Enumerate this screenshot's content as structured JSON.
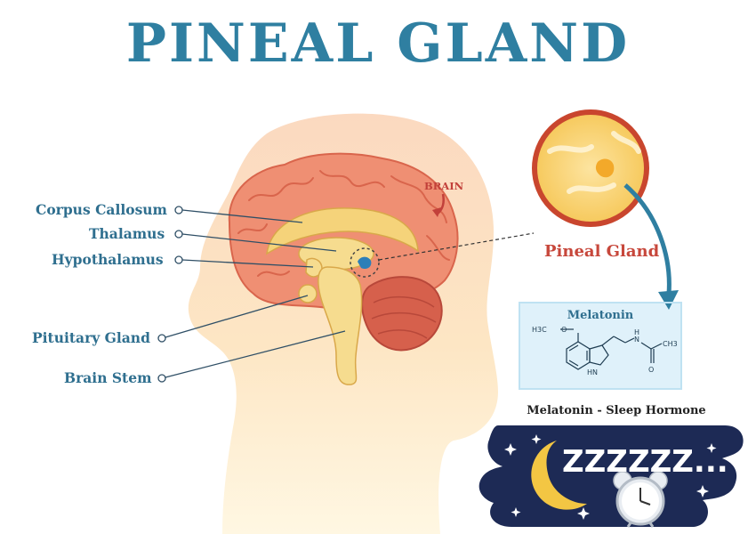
{
  "title": "PINEAL GLAND",
  "labels": {
    "corpus_callosum": "Corpus Callosum",
    "thalamus": "Thalamus",
    "hypothalamus": "Hypothalamus",
    "pituitary_gland": "Pituitary Gland",
    "brain_stem": "Brain Stem"
  },
  "brain_label": "BRAIN",
  "pineal_label": "Pineal Gland",
  "melatonin": {
    "title": "Melatonin",
    "atoms": {
      "h3co": "H3C",
      "o": "O",
      "n": "N",
      "h": "H",
      "hn": "HN",
      "ch3": "CH3",
      "o2": "O"
    }
  },
  "sleep": {
    "title": "Melatonin - Sleep Hormone",
    "zzz": "ZZZZZZ..."
  },
  "colors": {
    "title_blue": "#2f7fa1",
    "label_blue": "#2f6f8f",
    "brain_red": "#c2403a",
    "night_navy": "#1d2a55",
    "moon_yellow": "#f3c643"
  },
  "icons": [
    "moon-icon",
    "alarm-clock-icon",
    "star-icon",
    "down-arrow-icon"
  ]
}
